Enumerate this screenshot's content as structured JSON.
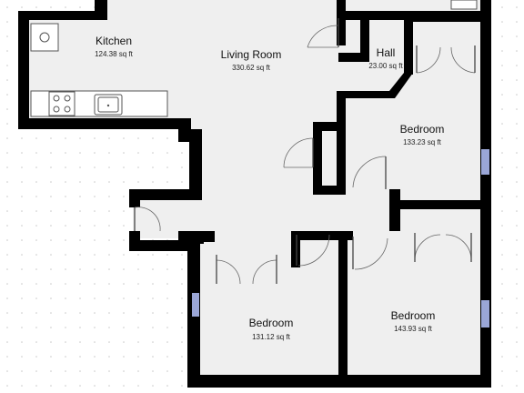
{
  "colors": {
    "background": "#ffffff",
    "grid_dot": "#c8c8c8",
    "floor": "#efefef",
    "wall": "#000000",
    "window": "#9aa6d6"
  },
  "rooms": [
    {
      "id": "kitchen",
      "name": "Kitchen",
      "area": "124.38 sq ft"
    },
    {
      "id": "living",
      "name": "Living Room",
      "area": "330.62 sq ft"
    },
    {
      "id": "hall",
      "name": "Hall",
      "area": "23.00 sq ft"
    },
    {
      "id": "bedroom1",
      "name": "Bedroom",
      "area": "133.23 sq ft"
    },
    {
      "id": "bedroom2",
      "name": "Bedroom",
      "area": "131.12 sq ft"
    },
    {
      "id": "bedroom3",
      "name": "Bedroom",
      "area": "143.93 sq ft"
    }
  ],
  "icons": [
    "stove-icon",
    "sink-icon",
    "washer-icon"
  ]
}
